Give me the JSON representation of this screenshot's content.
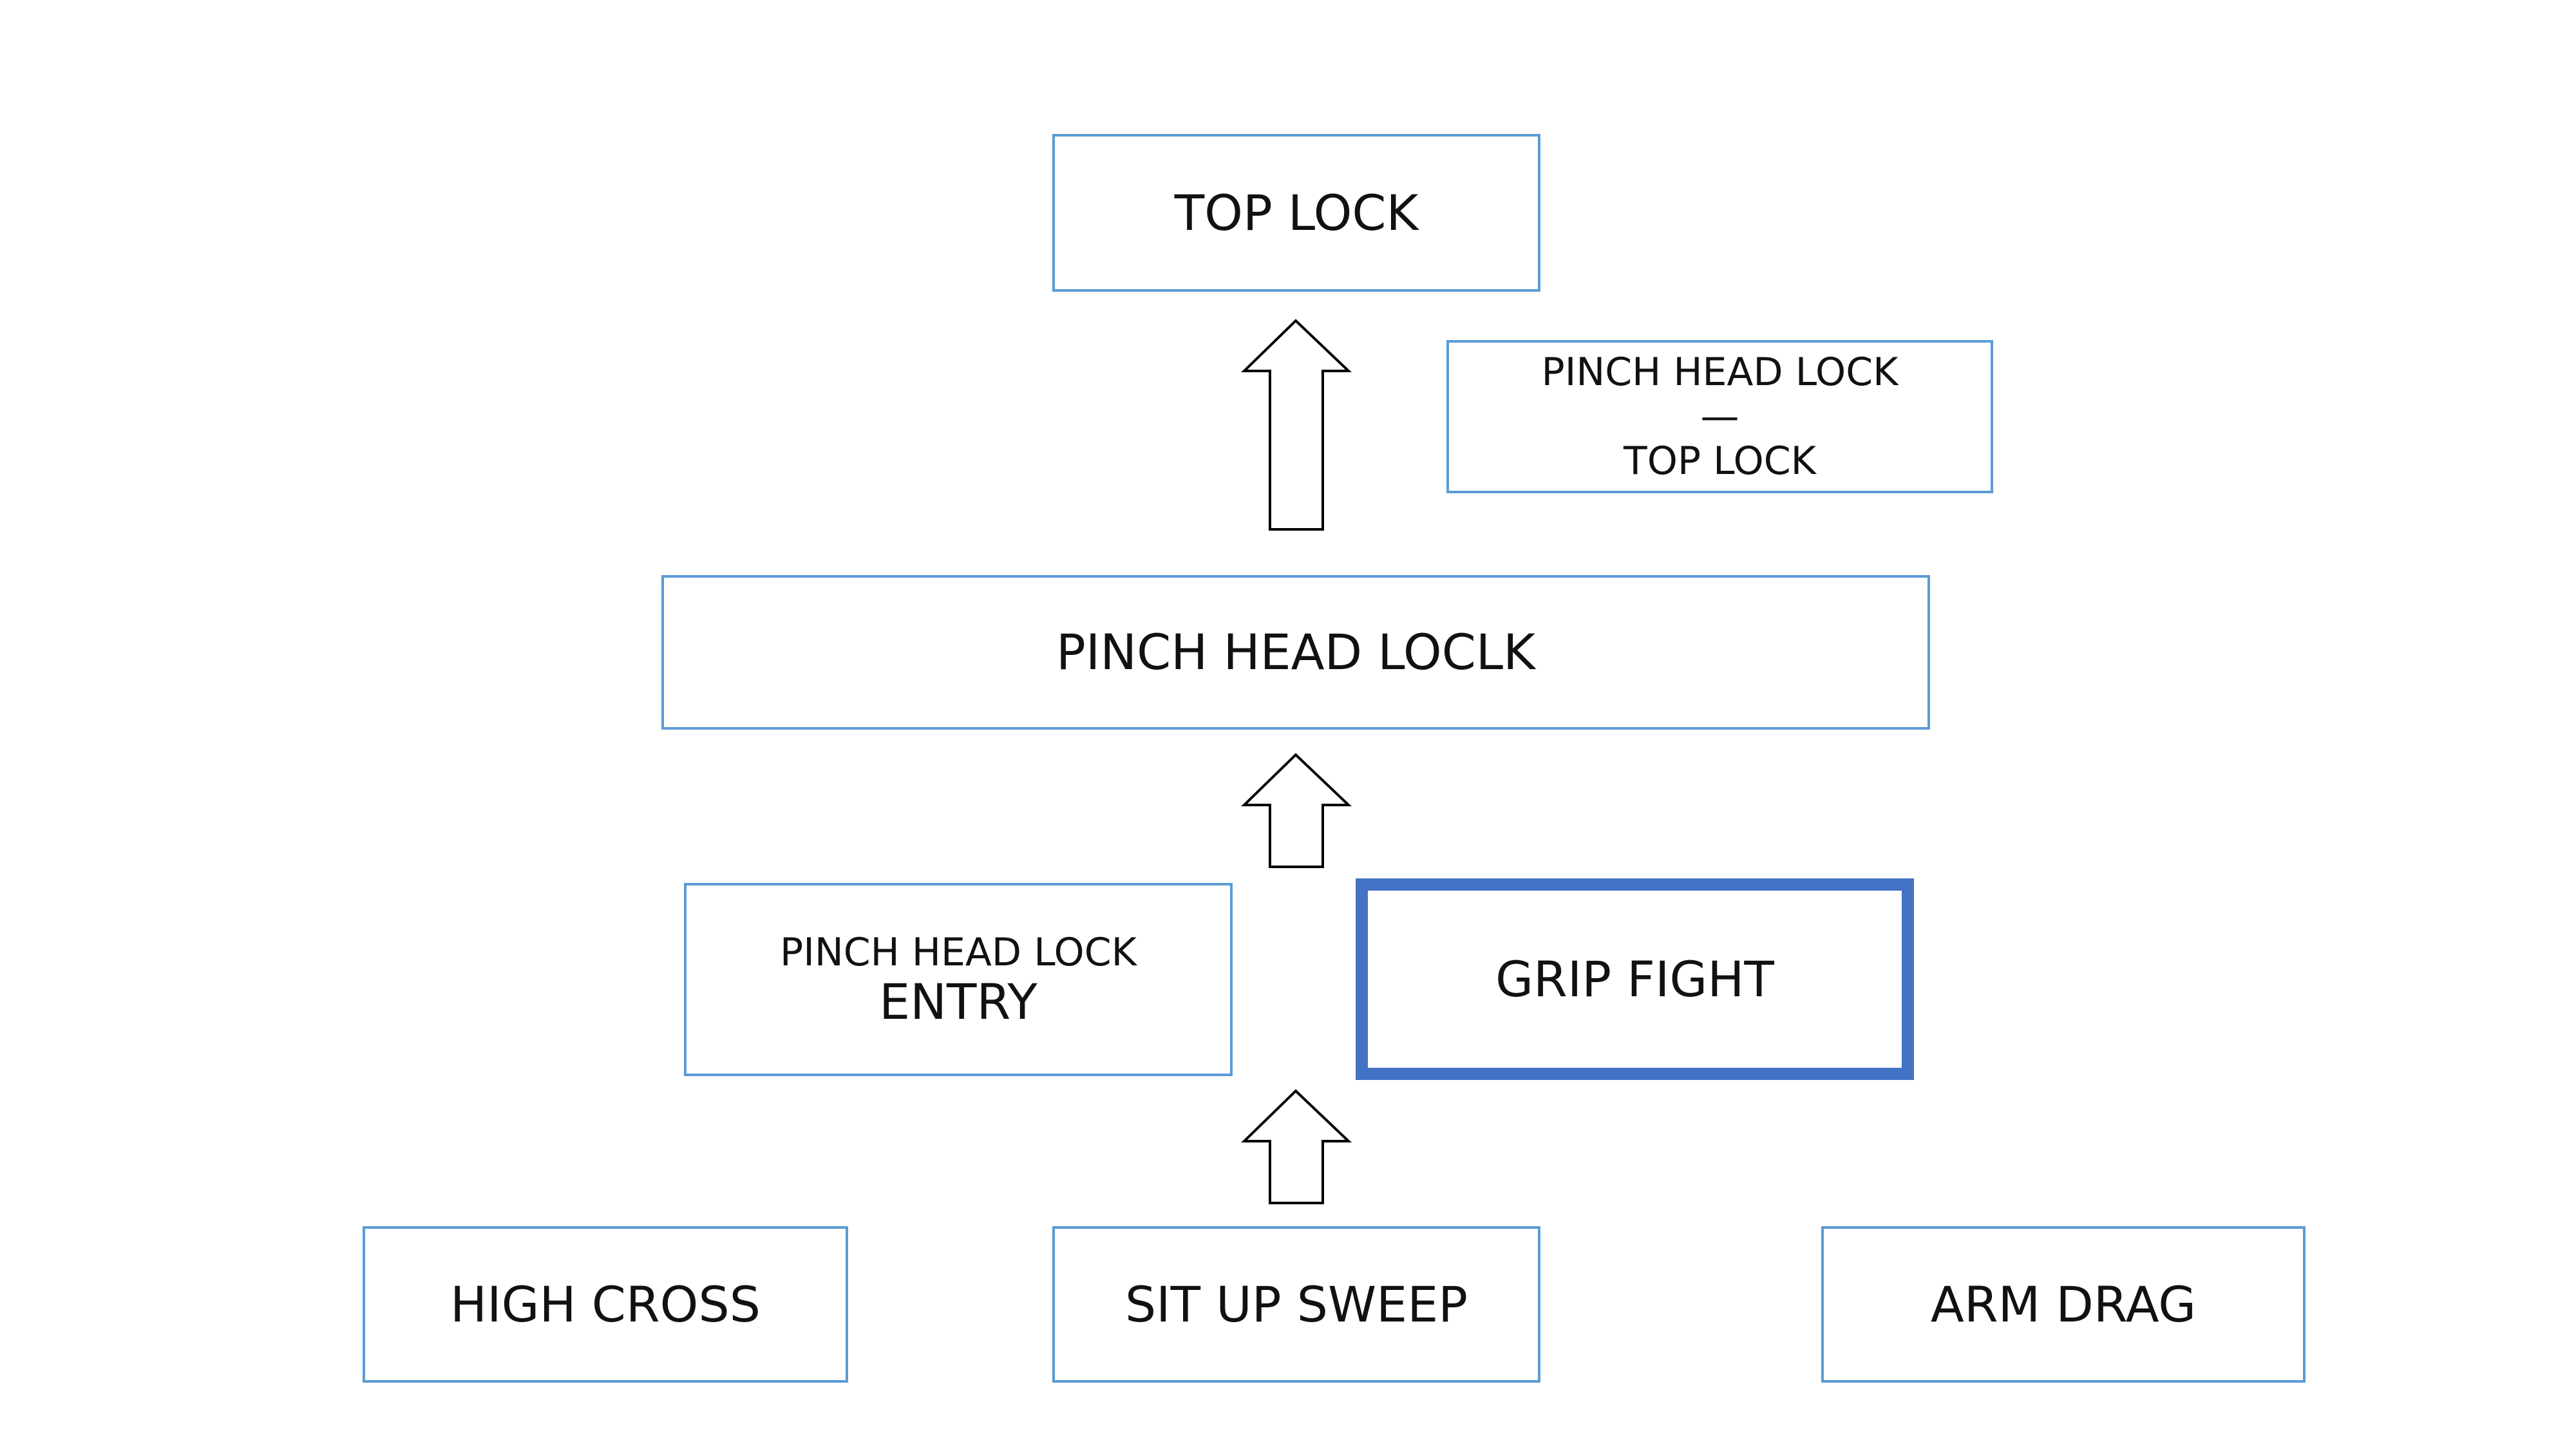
{
  "diagram": {
    "nodes": {
      "top_lock": "TOP LOCK",
      "transition": {
        "line1": "PINCH HEAD LOCK",
        "line2": "—",
        "line3": "TOP LOCK"
      },
      "pinch_head_lock": "PINCH HEAD LOCLK",
      "entry": {
        "line1": "PINCH HEAD LOCK",
        "line2": "ENTRY"
      },
      "grip_fight": "GRIP FIGHT",
      "high_cross": "HIGH CROSS",
      "sit_up_sweep": "SIT UP SWEEP",
      "arm_drag": "ARM DRAG"
    },
    "colors": {
      "box_border": "#5b9bd5",
      "highlight_border": "#4472c4",
      "arrow_stroke": "#000000",
      "arrow_fill": "#ffffff"
    }
  }
}
